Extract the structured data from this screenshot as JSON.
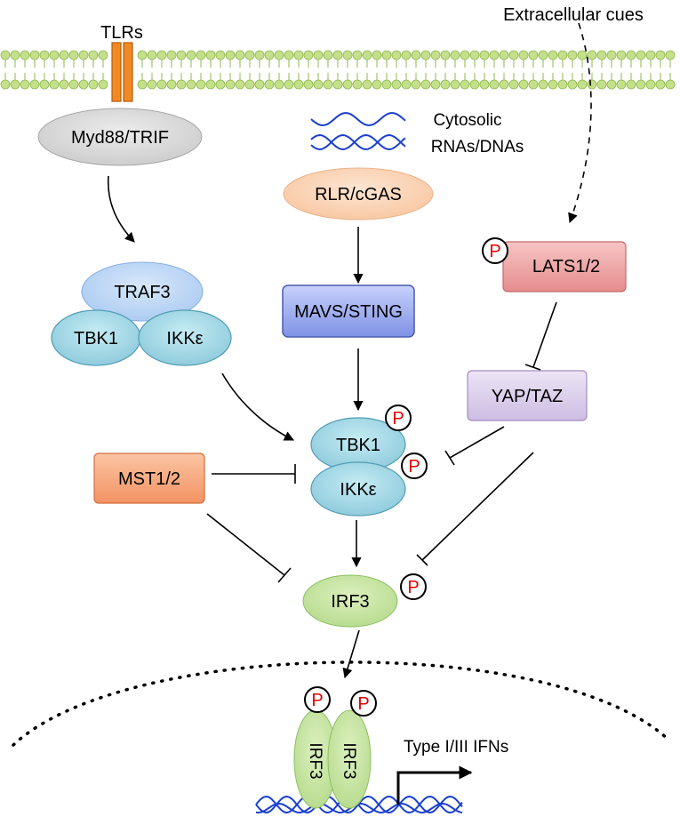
{
  "labels": {
    "tlrs": "TLRs",
    "extracellular": "Extracellular cues",
    "cytosolic_line1": "Cytosolic",
    "cytosolic_line2": "RNAs/DNAs",
    "myd88": "Myd88/TRIF",
    "rlr": "RLR/cGAS",
    "traf3": "TRAF3",
    "tbk1_left": "TBK1",
    "ikke_left": "IKKε",
    "mavs": "MAVS/STING",
    "lats": "LATS1/2",
    "yap": "YAP/TAZ",
    "tbk1_center": "TBK1",
    "ikke_center": "IKKε",
    "mst": "MST1/2",
    "irf3": "IRF3",
    "irf3_dimer_a": "IRF3",
    "irf3_dimer_b": "IRF3",
    "ifn": "Type I/III IFNs",
    "phospho": "P"
  },
  "colors": {
    "membrane_bead": "#c5e08b",
    "membrane_bead_stroke": "#8fb94e",
    "tlr_fill": "#f08a24",
    "gray_fill": "#d4d4d4",
    "peach_fill": "#fbd2b0",
    "blue_fill": "#b9d5f5",
    "cyan_fill": "#9bd4e2",
    "mavs_fill": "#8a9de8",
    "lats_fill": "#ec9b9b",
    "yap_fill": "#d9cde8",
    "mst_fill": "#f6a275",
    "irf3_fill": "#c4e39b",
    "dna_color": "#1a3fd0",
    "phospho_text": "#e00000"
  }
}
